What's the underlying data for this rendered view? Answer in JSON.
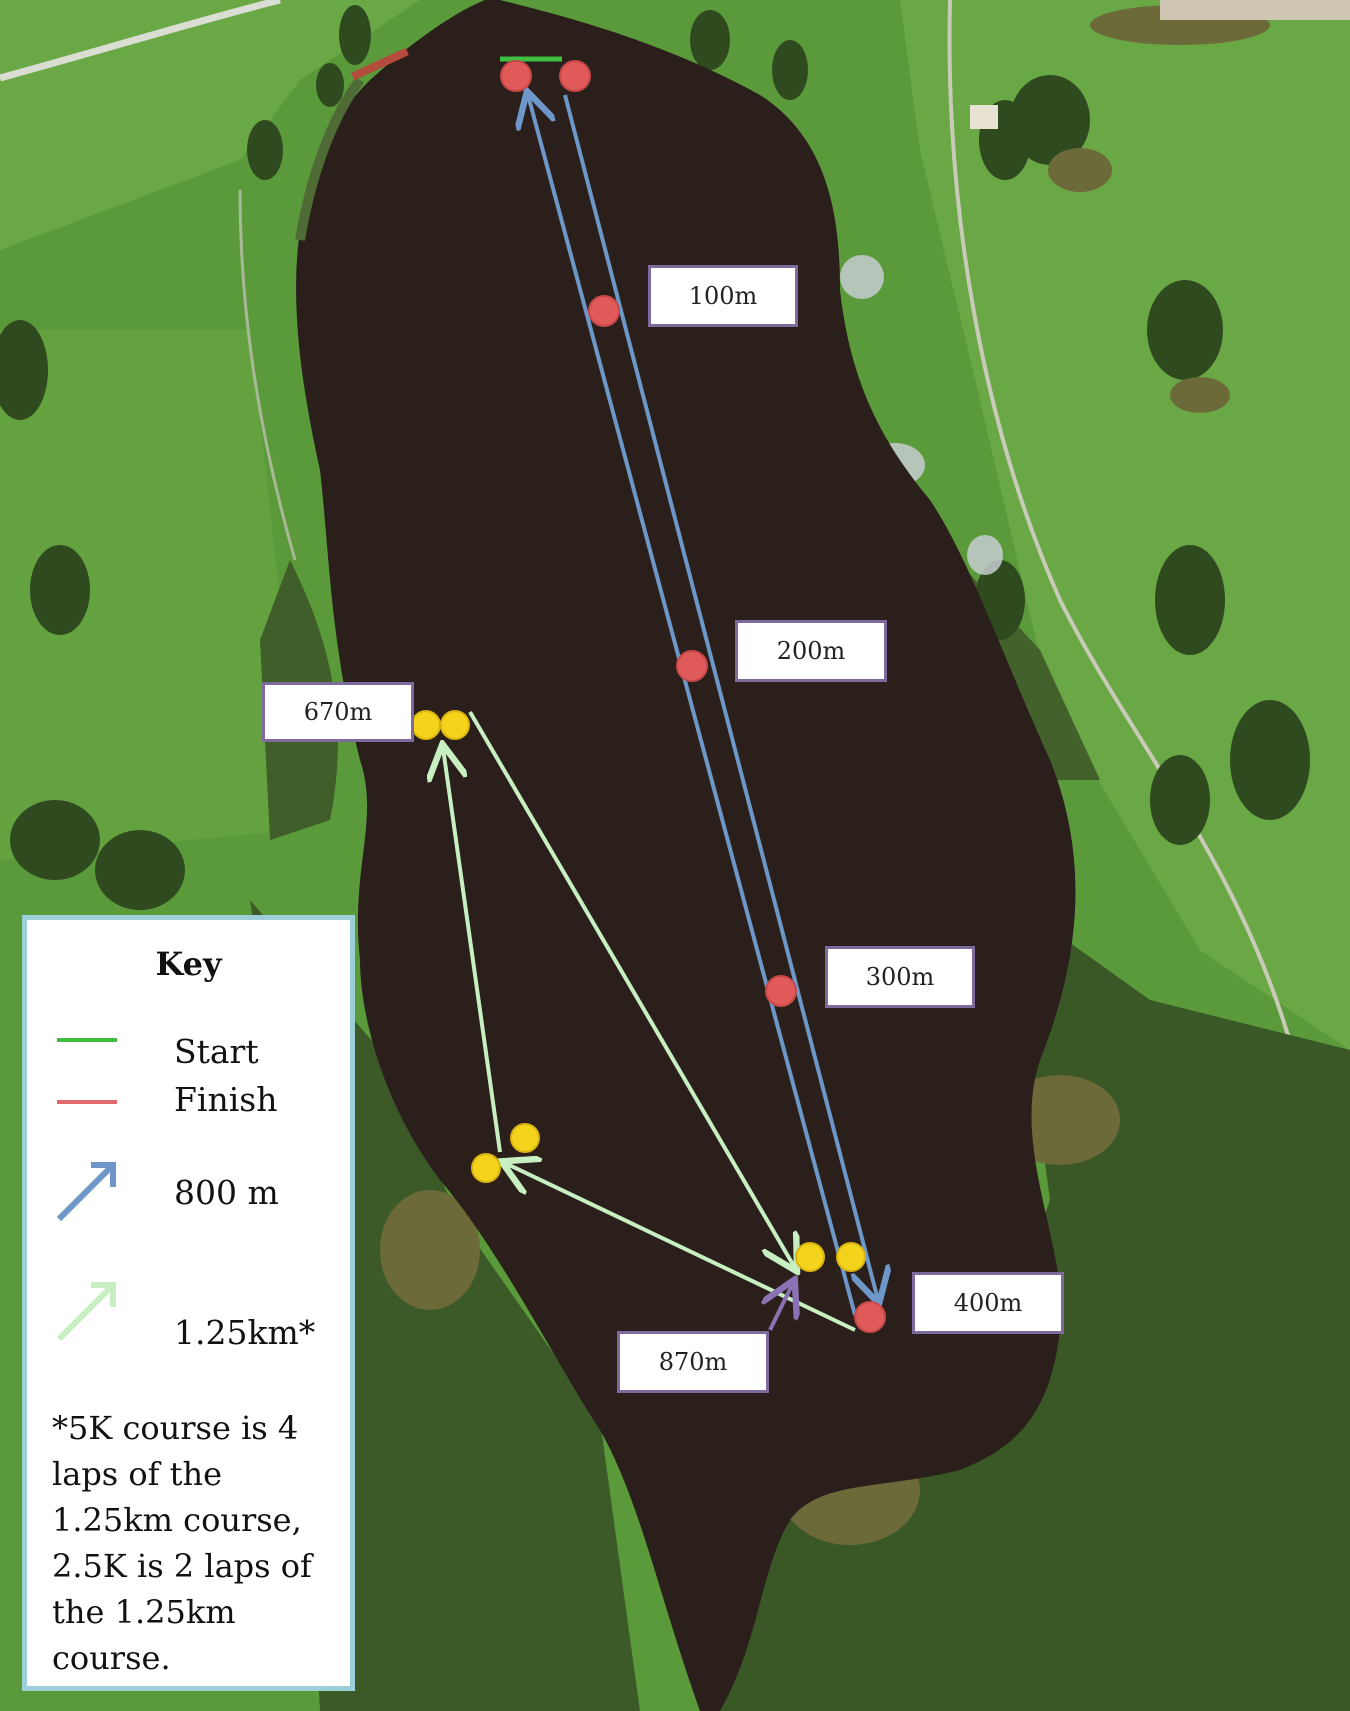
{
  "distance_labels": {
    "m100": "100m",
    "m200": "200m",
    "m300": "300m",
    "m400": "400m",
    "m670": "670m",
    "m870": "870m"
  },
  "key": {
    "title": "Key",
    "start": "Start",
    "finish": "Finish",
    "course_800": "800 m",
    "course_1250": "1.25km*",
    "note": "*5K course is 4 laps of the 1.25km course, 2.5K is 2 laps of the 1.25km course."
  },
  "colors": {
    "start": "#3fbf3f",
    "finish": "#e06a6a",
    "course_800": "#6e97c9",
    "course_1250": "#c7efc2",
    "buoy_red": "#e05a5a",
    "buoy_yellow": "#f3d31b",
    "label_border": "#7e6a9c",
    "key_border": "#9ccfd8",
    "water": "#2a1f1b",
    "grass": "#5b9a3a",
    "trees": "#354a24"
  }
}
